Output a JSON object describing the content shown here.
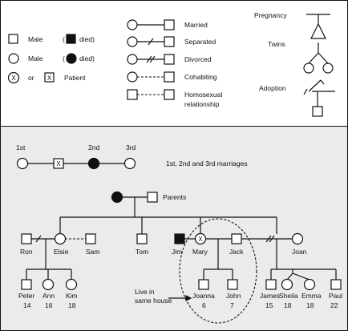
{
  "legend": {
    "male": "Male",
    "female": "Male",
    "died_open": "(",
    "died_label": "died)",
    "or": "or",
    "patient": "Patient",
    "married": "Married",
    "separated": "Separated",
    "divorced": "Divorced",
    "cohabiting": "Cohabiting",
    "homosexual_1": "Homosexual",
    "homosexual_2": "relationship",
    "pregnancy": "Pregnancy",
    "twins": "Twins",
    "adoption": "Adoption",
    "patient_female_mark": "X",
    "patient_male_mark": "X"
  },
  "marriages": {
    "first": "1st",
    "second": "2nd",
    "third": "3rd",
    "caption": "1st, 2nd and 3rd marriages",
    "patient_mark": "X"
  },
  "family": {
    "parents": "Parents",
    "ron": "Ron",
    "elsie": "Elsie",
    "sam": "Sam",
    "tom": "Tom",
    "jim": "Jim",
    "mary": "Mary",
    "mary_mark": "X",
    "jack": "Jack",
    "joan": "Joan",
    "peter": "Peter",
    "peter_age": "14",
    "ann": "Ann",
    "ann_age": "16",
    "kim": "Kim",
    "kim_age": "18",
    "joanna": "Joanna",
    "joanna_age": "6",
    "john": "John",
    "john_age": "7",
    "james": "James",
    "james_age": "15",
    "sheila": "Sheila",
    "sheila_age": "18",
    "emma": "Emma",
    "emma_age": "18",
    "paul": "Paul",
    "paul_age": "22",
    "live_in_1": "Live in",
    "live_in_2": "same house"
  },
  "colors": {
    "panel_bottom": "#ebebeb",
    "line": "#111111"
  }
}
